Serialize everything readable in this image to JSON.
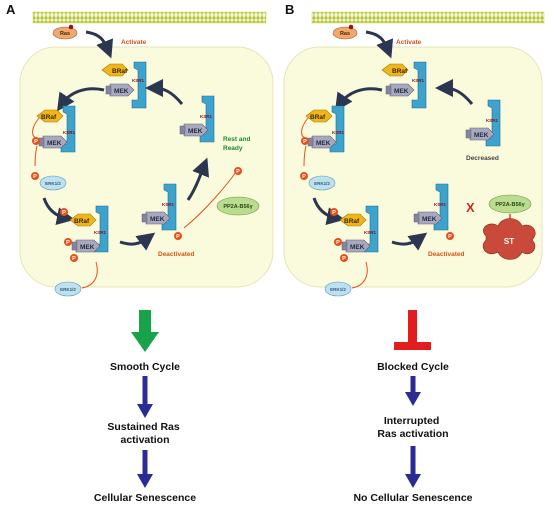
{
  "panels": [
    {
      "letter": "A",
      "membrane_protein": "Ras",
      "activate": "Activate",
      "braf": "BRaf",
      "mek": "MEK",
      "ksr": "KSR1",
      "p": "P",
      "erk": "ERK1/2",
      "pp2a": "PP2A-B56γ",
      "deactivated": "Deactivated",
      "rest_ready": "Rest and\nReady",
      "outcome": [
        "Smooth Cycle",
        "Sustained Ras\nactivation",
        "Cellular Senescence"
      ]
    },
    {
      "letter": "B",
      "membrane_protein": "Ras",
      "activate": "Activate",
      "braf": "BRaf",
      "mek": "MEK",
      "ksr": "KSR1",
      "p": "P",
      "erk": "ERK1/2",
      "pp2a": "PP2A-B56γ",
      "deactivated": "Deactivated",
      "decreased": "Decreased",
      "block_mark": "X",
      "st": "ST",
      "outcome": [
        "Blocked Cycle",
        "Interrupted\nRas activation",
        "No Cellular Senescence"
      ]
    }
  ],
  "colors": {
    "membrane": "#c9d64e",
    "cell": "#fafadc",
    "ksr": "#3ea3cc",
    "mek": "#a9a9bd",
    "braf": "#f1b51c",
    "phospho": "#e8501a",
    "arrow_dark": "#2b3650",
    "arrow_green": "#16a34a",
    "arrow_red": "#e11d1d",
    "arrow_indigo": "#2b2b96",
    "pp2a": "#b9dc8e",
    "st": "#c94a3a"
  }
}
